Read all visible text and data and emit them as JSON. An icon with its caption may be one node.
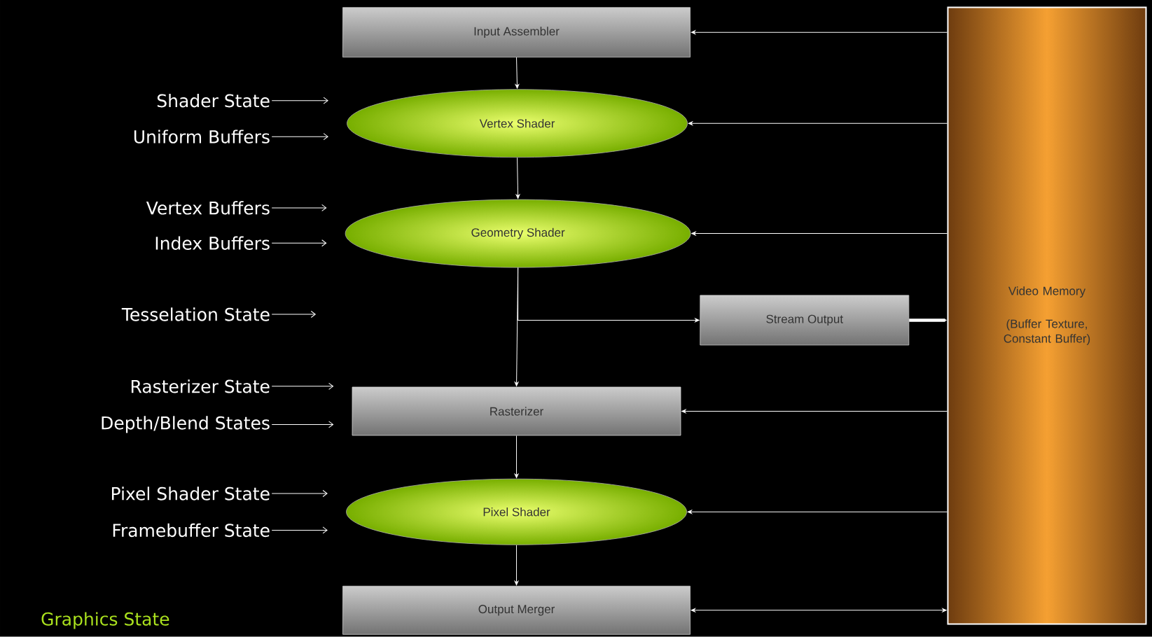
{
  "diagram": {
    "nodes": [
      {
        "text": [
          "Input Assembler"
        ]
      },
      {
        "text": [
          "Vertex Shader"
        ]
      },
      {
        "text": [
          "Geometry Shader"
        ]
      },
      {
        "text": [
          "Stream Output"
        ]
      },
      {
        "text": [
          "Rasterizer"
        ]
      },
      {
        "text": [
          "Pixel Shader"
        ]
      },
      {
        "text": [
          "Output Merger"
        ]
      },
      {
        "text": [
          "Video Memory",
          "(Buffer Texture, Constant Buffer)"
        ]
      },
      {
        "text": [
          "Shader State"
        ]
      },
      {
        "text": [
          "Uniform Buffers"
        ]
      },
      {
        "text": [
          "Vertex Buffers"
        ]
      },
      {
        "text": [
          "Index Buffers"
        ]
      },
      {
        "text": [
          "Tesselation State"
        ]
      },
      {
        "text": [
          "Rasterizer State"
        ]
      },
      {
        "text": [
          "Depth/Blend States"
        ]
      },
      {
        "text": [
          "Pixel Shader State"
        ]
      },
      {
        "text": [
          "Framebuffer State"
        ]
      }
    ],
    "edges": [
      {
        "from": 0,
        "to": 1,
        "arrow": "to"
      },
      {
        "from": 1,
        "to": 2,
        "arrow": "to"
      },
      {
        "from": 2,
        "to": 4,
        "arrow": "to"
      },
      {
        "from": 2,
        "to": 3,
        "arrow": "to"
      },
      {
        "from": 3,
        "to": 7,
        "arrow": "to",
        "style": "thick"
      },
      {
        "from": 4,
        "to": 5,
        "arrow": "to"
      },
      {
        "from": 5,
        "to": 6,
        "arrow": "to"
      },
      {
        "from": 7,
        "to": 0,
        "arrow": "to"
      },
      {
        "from": 7,
        "to": 1,
        "arrow": "to"
      },
      {
        "from": 7,
        "to": 2,
        "arrow": "to"
      },
      {
        "from": 7,
        "to": 4,
        "arrow": "to"
      },
      {
        "from": 7,
        "to": 5,
        "arrow": "to"
      },
      {
        "from": 7,
        "to": 6,
        "arrow": "both"
      },
      {
        "from": 8,
        "to": 1,
        "arrow": "to"
      },
      {
        "from": 9,
        "to": 1,
        "arrow": "to"
      },
      {
        "from": 10,
        "to": 2,
        "arrow": "to"
      },
      {
        "from": 11,
        "to": 2,
        "arrow": "to"
      },
      {
        "from": 12,
        "to": null,
        "arrow": "to"
      },
      {
        "from": 13,
        "to": 4,
        "arrow": "to"
      },
      {
        "from": 14,
        "to": 4,
        "arrow": "to"
      },
      {
        "from": 15,
        "to": 5,
        "arrow": "to"
      },
      {
        "from": 16,
        "to": 5,
        "arrow": "to"
      }
    ],
    "labels": [
      "Graphics State"
    ]
  }
}
